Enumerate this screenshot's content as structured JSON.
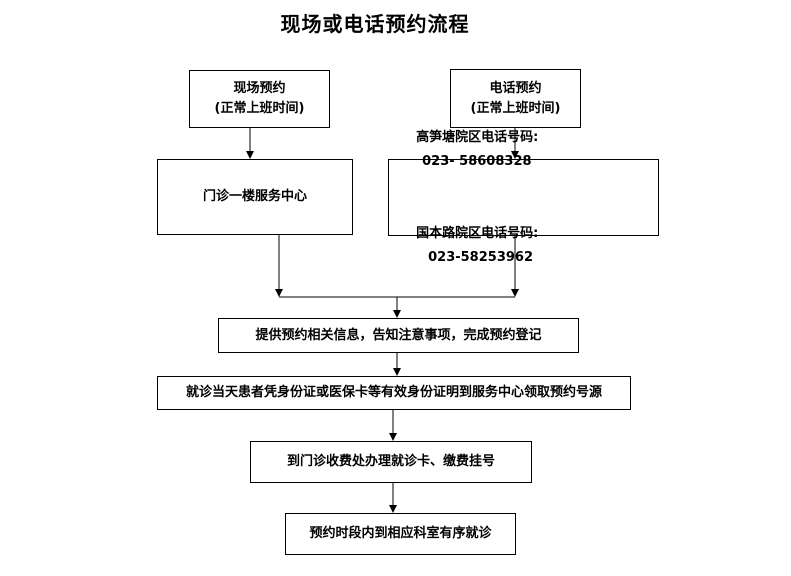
{
  "title": "现场或电话预约流程",
  "onsite": {
    "line1": "现场预约",
    "line2": "(正常上班时间)"
  },
  "phone": {
    "line1": "电话预约",
    "line2": "(正常上班时间)"
  },
  "onsite_location": "门诊一楼服务中心",
  "phone_numbers": [
    {
      "label": "高笋塘院区电话号码:",
      "number": "023- 58608328"
    },
    {
      "label": "国本路院区电话号码:",
      "number": "023-58253962"
    }
  ],
  "steps": [
    "提供预约相关信息，告知注意事项，完成预约登记",
    "就诊当天患者凭身份证或医保卡等有效身份证明到服务中心领取预约号源",
    "到门诊收费处办理就诊卡、缴费挂号",
    "预约时段内到相应科室有序就诊"
  ],
  "colors": {
    "line": "#000000",
    "box_border": "#000000",
    "text": "#000000"
  }
}
